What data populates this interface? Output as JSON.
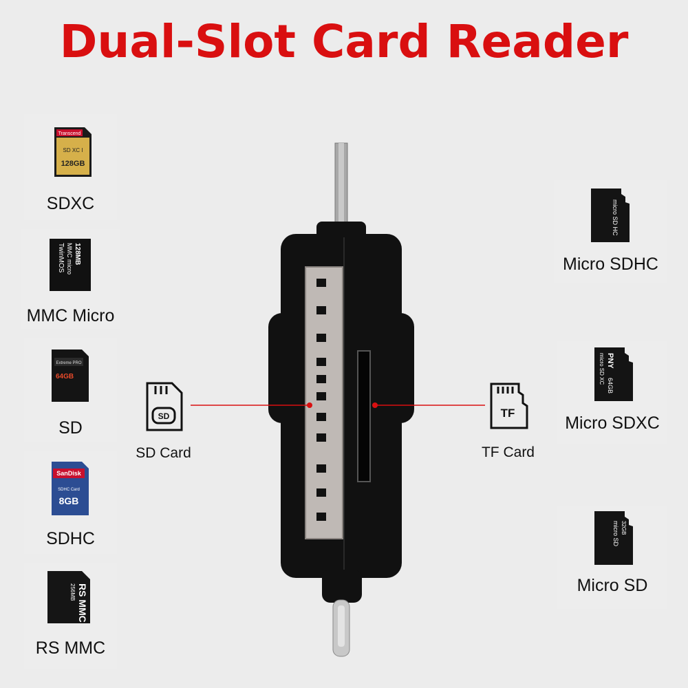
{
  "title": "Dual-Slot Card Reader",
  "colors": {
    "title": "#d90f10",
    "accent_line": "#d90f10",
    "background": "#ececec",
    "device": "#111111"
  },
  "left_cards": [
    {
      "label": "SDXC",
      "icon": "sdxc-card-icon",
      "card_text": [
        "Transcend",
        "SD XC I",
        "128GB"
      ]
    },
    {
      "label": "MMC Micro",
      "icon": "mmc-micro-card-icon",
      "card_text": [
        "128MB",
        "MMC micro",
        "TwinMOS"
      ]
    },
    {
      "label": "SD",
      "icon": "sd-card-icon",
      "card_text": [
        "Extreme PRO",
        "64GB"
      ]
    },
    {
      "label": "SDHC",
      "icon": "sdhc-card-icon",
      "card_text": [
        "SanDisk",
        "SDHC Card",
        "8GB"
      ]
    },
    {
      "label": "RS MMC",
      "icon": "rs-mmc-card-icon",
      "card_text": [
        "RS MMC",
        "256MB"
      ]
    }
  ],
  "right_cards": [
    {
      "label": "Micro SDHC",
      "icon": "micro-sdhc-card-icon",
      "card_text": [
        "micro SD HC"
      ]
    },
    {
      "label": "Micro SDXC",
      "icon": "micro-sdxc-card-icon",
      "card_text": [
        "PNY",
        "micro SD XC",
        "64GB"
      ]
    },
    {
      "label": "Micro SD",
      "icon": "micro-sd-card-icon",
      "card_text": [
        "micro SD",
        "32GB"
      ]
    }
  ],
  "slots": {
    "sd": {
      "label": "SD Card",
      "icon_text": "SD",
      "icon": "sd-slot-icon"
    },
    "tf": {
      "label": "TF Card",
      "icon_text": "TF",
      "icon": "tf-slot-icon"
    }
  }
}
